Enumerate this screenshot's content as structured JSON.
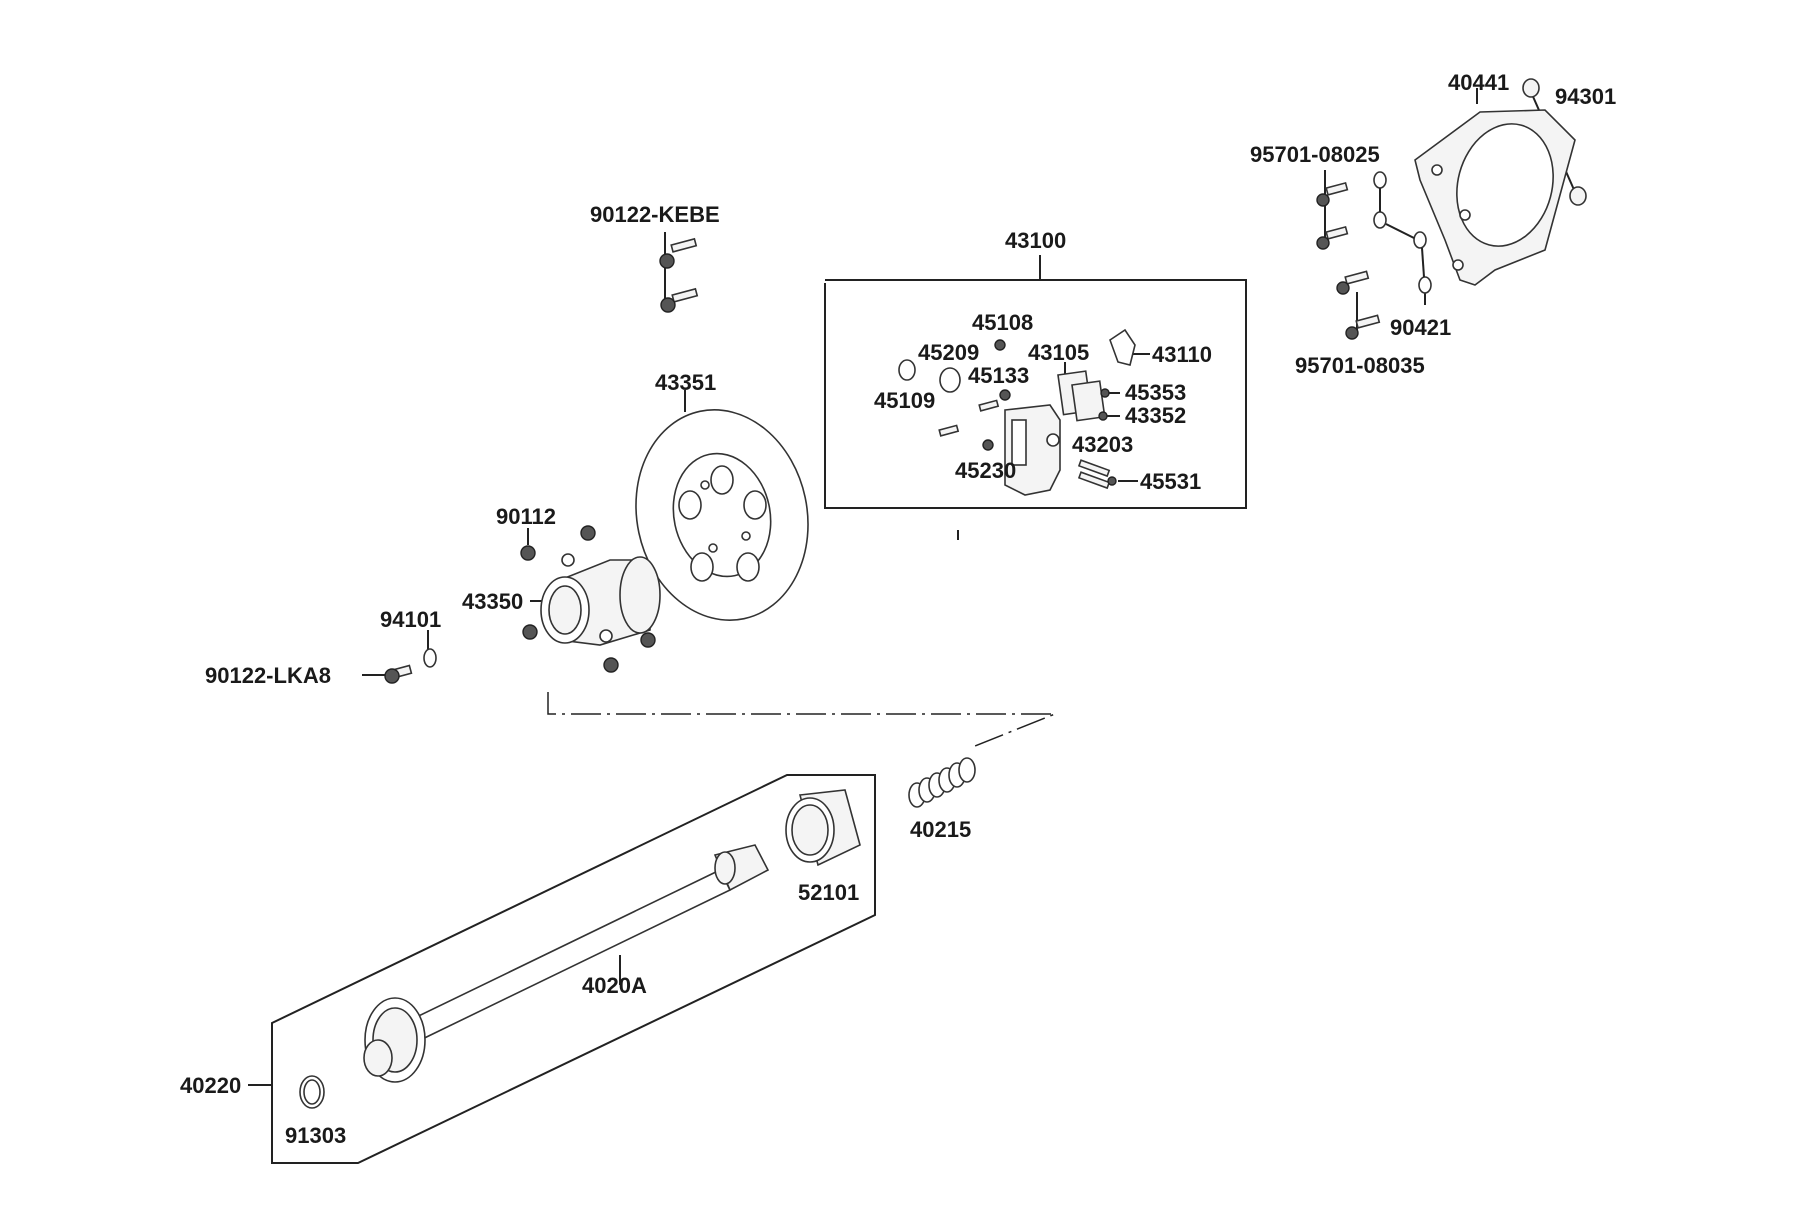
{
  "labels": {
    "p90122_kebe": "90122-KEBE",
    "p43100": "43100",
    "p40441": "40441",
    "p94301": "94301",
    "p95701_08025": "95701-08025",
    "p90421": "90421",
    "p95701_08035": "95701-08035",
    "p45108": "45108",
    "p45209": "45209",
    "p43105": "43105",
    "p43110": "43110",
    "p45133": "45133",
    "p45109": "45109",
    "p45353": "45353",
    "p43352": "43352",
    "p43203": "43203",
    "p45230": "45230",
    "p45531": "45531",
    "p43351": "43351",
    "p90112": "90112",
    "p43350": "43350",
    "p94101": "94101",
    "p90122_lka8": "90122-LKA8",
    "p40215": "40215",
    "p52101": "52101",
    "p4020a": "4020A",
    "p40220": "40220",
    "p91303": "91303"
  }
}
